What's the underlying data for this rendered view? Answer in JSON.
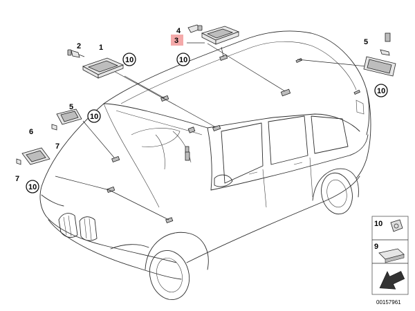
{
  "callouts": {
    "c1": "1",
    "c2": "2",
    "c3": "3",
    "c4": "4",
    "c5a": "5",
    "c5b": "5",
    "c6": "6",
    "c7a": "7",
    "c7b": "7",
    "c10a": "10",
    "c10b": "10",
    "c10c": "10",
    "c10d": "10",
    "c10e": "10"
  },
  "legend": {
    "item10": "10",
    "item9": "9"
  },
  "document_number": "00157961",
  "colors": {
    "highlight": "#f4a9a9",
    "line": "#2b2b2b"
  }
}
